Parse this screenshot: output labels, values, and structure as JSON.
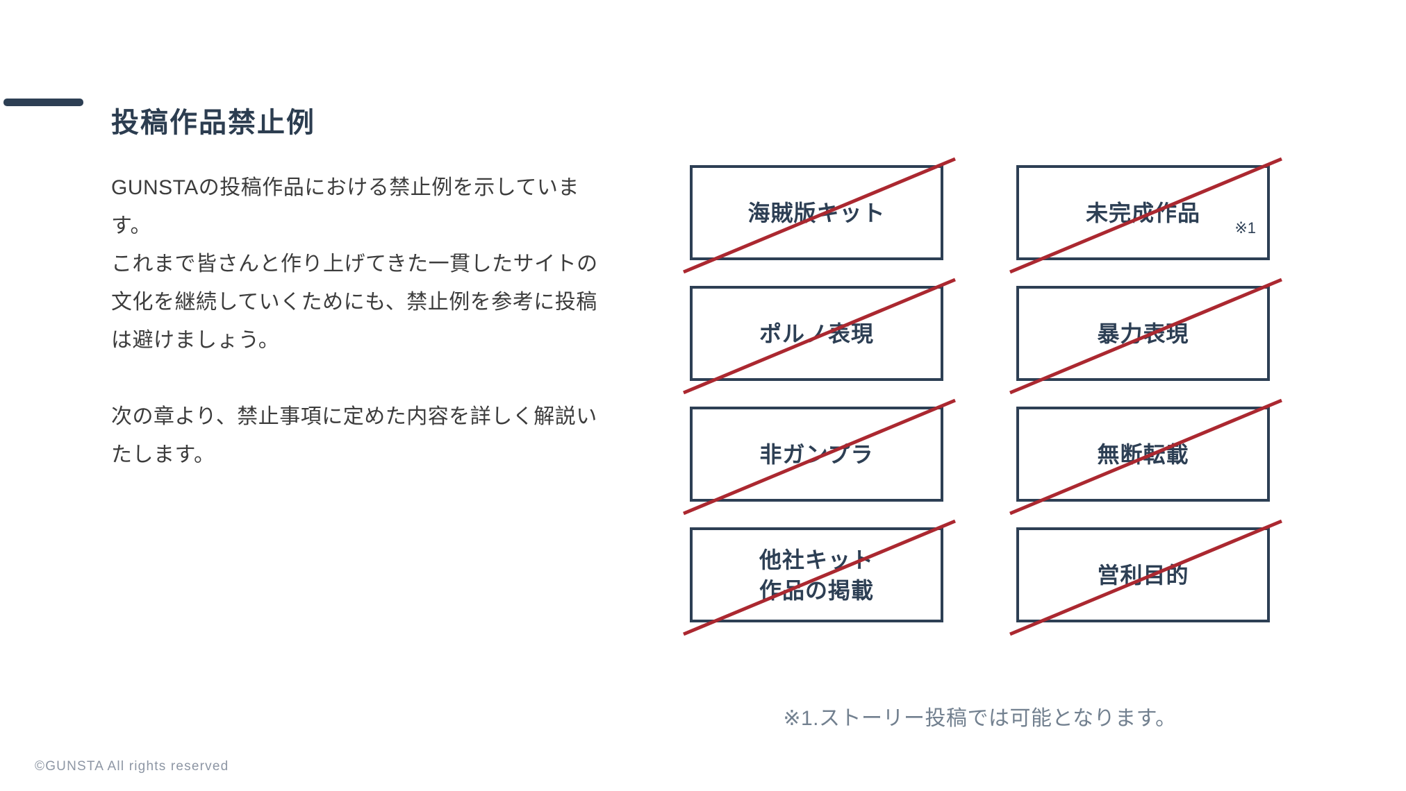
{
  "slide": {
    "title": "投稿作品禁止例",
    "intro": "GUNSTAの投稿作品における禁止例を示していま\nす。\nこれまで皆さんと作り上げてきた一貫したサイトの\n文化を継続していくためにも、禁止例を参考に投稿\nは避けましょう。\n\n次の章より、禁止事項に定めた内容を詳しく解説い\nたします。",
    "footnote": "※1.ストーリー投稿では可能となります。",
    "copyright": "©GUNSTA All rights reserved"
  },
  "prohibited_items": [
    {
      "label": "海賊版キット",
      "note": ""
    },
    {
      "label": "未完成作品",
      "note": "※1"
    },
    {
      "label": "ポルノ表現",
      "note": ""
    },
    {
      "label": "暴力表現",
      "note": ""
    },
    {
      "label": "非ガンプラ",
      "note": ""
    },
    {
      "label": "無断転載",
      "note": ""
    },
    {
      "label": "他社キット\n作品の掲載",
      "note": ""
    },
    {
      "label": "営利目的",
      "note": ""
    }
  ],
  "colors": {
    "navy": "#2d3f54",
    "strike_red": "#ab2830",
    "body_text": "#3c3c3c",
    "footnote_gray": "#72808f",
    "copyright_gray": "#8d96a4"
  }
}
